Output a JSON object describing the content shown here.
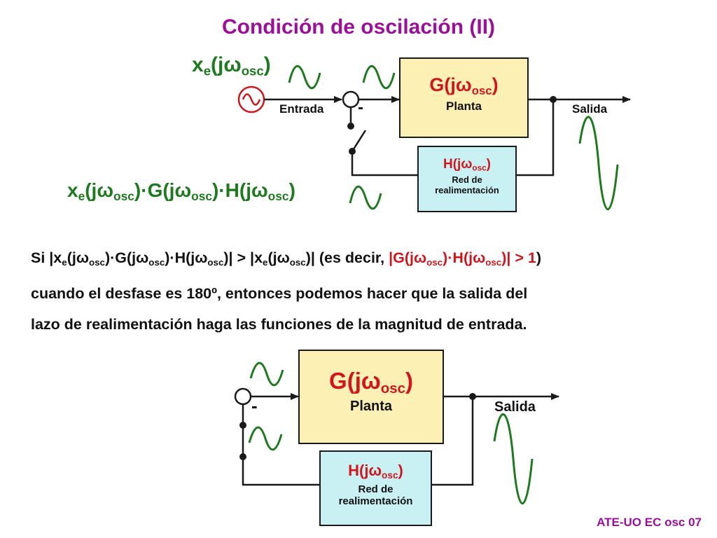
{
  "title": "Condición de oscilación (II)",
  "top_diagram": {
    "input_label": {
      "base": "x",
      "sub1": "e",
      "mid": "(jω",
      "sub2": "osc",
      "end": ")"
    },
    "entrada": "Entrada",
    "salida": "Salida",
    "minus": "-",
    "plant": {
      "func": "G(jω",
      "sub": "osc",
      "close": ")",
      "name": "Planta"
    },
    "feedback": {
      "func": "H(jω",
      "sub": "osc",
      "close": ")",
      "line1": "Red de",
      "line2": "realimentación"
    },
    "loop_label": {
      "p1": "x",
      "s1": "e",
      "p2": "(jω",
      "s2": "osc",
      "p3": ")·G(jω",
      "s3": "osc",
      "p4": ")·H(jω",
      "s4": "osc",
      "p5": ")"
    }
  },
  "paragraph": {
    "l1_a": "Si |x",
    "l1_s1": "e",
    "l1_b": "(jω",
    "l1_s2": "osc",
    "l1_c": ")·G(jω",
    "l1_s3": "osc",
    "l1_d": ")·H(jω",
    "l1_s4": "osc",
    "l1_e": ")| > |x",
    "l1_s5": "e",
    "l1_f": "(jω",
    "l1_s6": "osc",
    "l1_g": ")| (es decir, ",
    "l1_r1": "|G(jω",
    "l1_rs1": "osc",
    "l1_r2": ")·H(jω",
    "l1_rs2": "osc",
    "l1_r3": ")| > 1",
    "l1_h": ")",
    "line2": "cuando el desfase es 180º, entonces podemos hacer que la salida del",
    "line3": "lazo de realimentación haga las funciones de la magnitud de entrada."
  },
  "bottom_diagram": {
    "salida": "Salida",
    "minus": "-",
    "plant": {
      "func": "G(jω",
      "sub": "osc",
      "close": ")",
      "name": "Planta"
    },
    "feedback": {
      "func": "H(jω",
      "sub": "osc",
      "close": ")",
      "line1": "Red de",
      "line2": "realimentación"
    }
  },
  "footer": "ATE-UO EC osc 07",
  "colors": {
    "title": "#9B0F9B",
    "green": "#1E7A1E",
    "red": "#D0161C",
    "plant_fill": "#FCF0B4",
    "feedback_fill": "#C9F1F4"
  }
}
